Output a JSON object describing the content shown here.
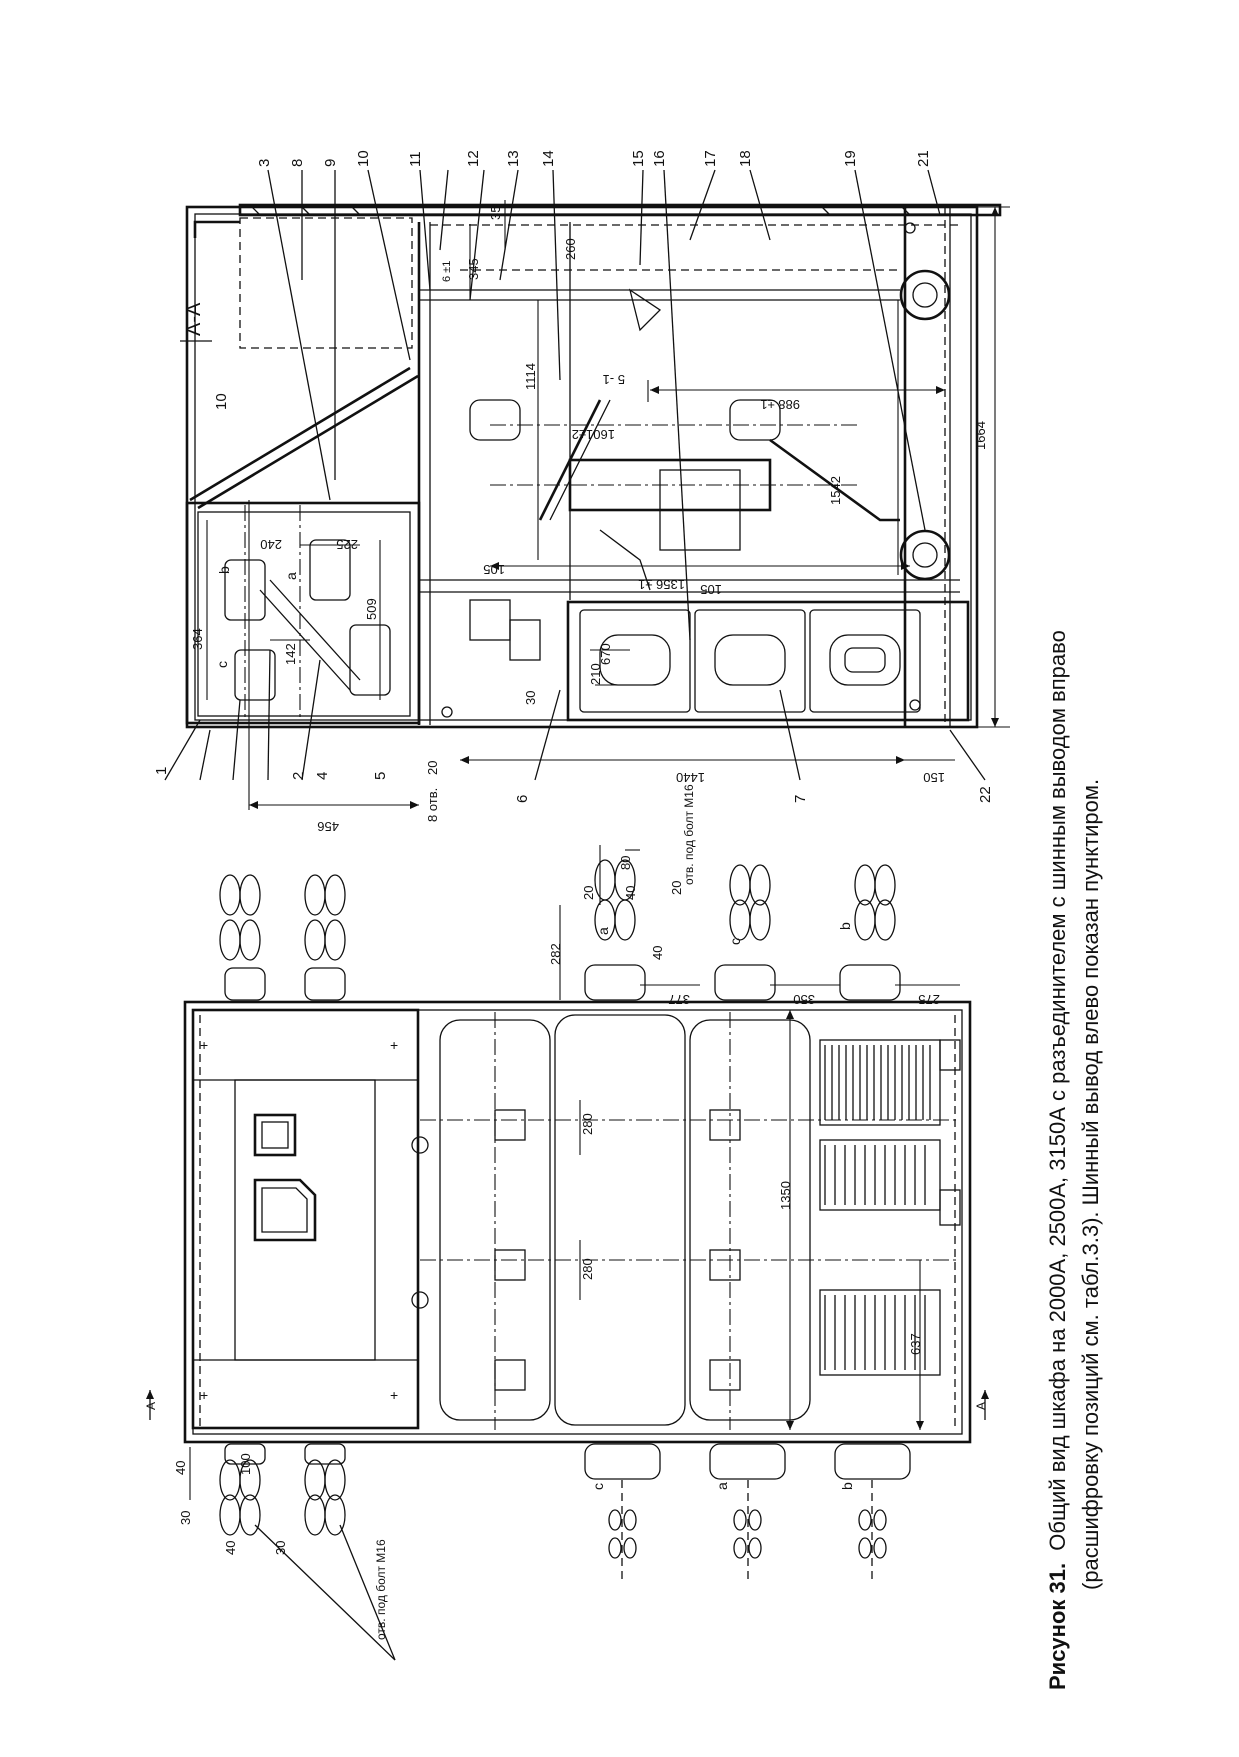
{
  "caption": {
    "label": "Рисунок 31.",
    "line1": "Общий вид шкафа на 2000А, 2500А, 3150А с разъединителем с шинным выводом вправо",
    "line2": "(расшифровку позиций см. табл.3.3). Шинный вывод влево показан пунктиром."
  },
  "section_title": "А-А",
  "section_mark": "А",
  "positions": [
    "1",
    "2",
    "3",
    "4",
    "5",
    "6",
    "7",
    "8",
    "9",
    "10",
    "11",
    "12",
    "13",
    "14",
    "15",
    "16",
    "17",
    "18",
    "19",
    "21",
    "22"
  ],
  "phases": [
    "a",
    "b",
    "c"
  ],
  "notes": {
    "holes_8": "8 отв.",
    "holes_m16": "отв. под болт М16"
  },
  "dims_section": {
    "d456": "456",
    "d364": "364",
    "d142": "142",
    "d509": "509",
    "d240": "240",
    "d225": "225",
    "d345": "345",
    "d35": "35",
    "d260": "260",
    "d1114": "1114",
    "d6": "6 ±1",
    "d1601": "1601±2",
    "d988": "988 ±1",
    "d5": "5 -1",
    "d1542": "1542",
    "d1356": "1356 ±1",
    "d105a": "105",
    "d105b": "105",
    "d670": "670",
    "d210": "210",
    "d30": "30",
    "d1440": "1440",
    "d150": "150",
    "d1664": "1664",
    "d20": "20"
  },
  "dims_front": {
    "d282": "282",
    "d80": "80",
    "d40a": "40",
    "d20a": "20",
    "d20b": "20",
    "d40b": "40",
    "d377": "377",
    "d350": "350",
    "d275": "275",
    "d280a": "280",
    "d280b": "280",
    "d1350": "1350",
    "d637": "637",
    "d100": "100",
    "d40c": "40",
    "d30a": "30",
    "d40d": "40",
    "d30b": "30"
  }
}
